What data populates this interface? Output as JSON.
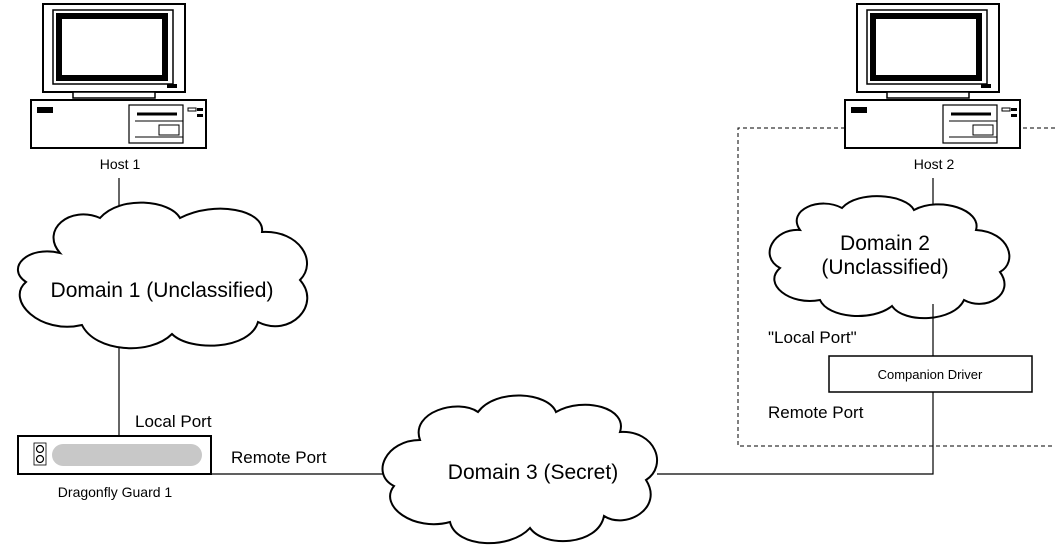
{
  "hosts": [
    {
      "label": "Host 1"
    },
    {
      "label": "Host 2"
    }
  ],
  "domains": [
    {
      "label": "Domain 1 (Unclassified)"
    },
    {
      "label_line1": "Domain 2",
      "label_line2": "(Unclassified)"
    },
    {
      "label": "Domain 3 (Secret)"
    }
  ],
  "guard": {
    "label": "Dragonfly Guard 1",
    "local_port_label": "Local Port",
    "remote_port_label": "Remote Port"
  },
  "companion": {
    "box_label": "Companion Driver",
    "local_port_label": "\"Local Port\"",
    "remote_port_label": "Remote Port"
  }
}
